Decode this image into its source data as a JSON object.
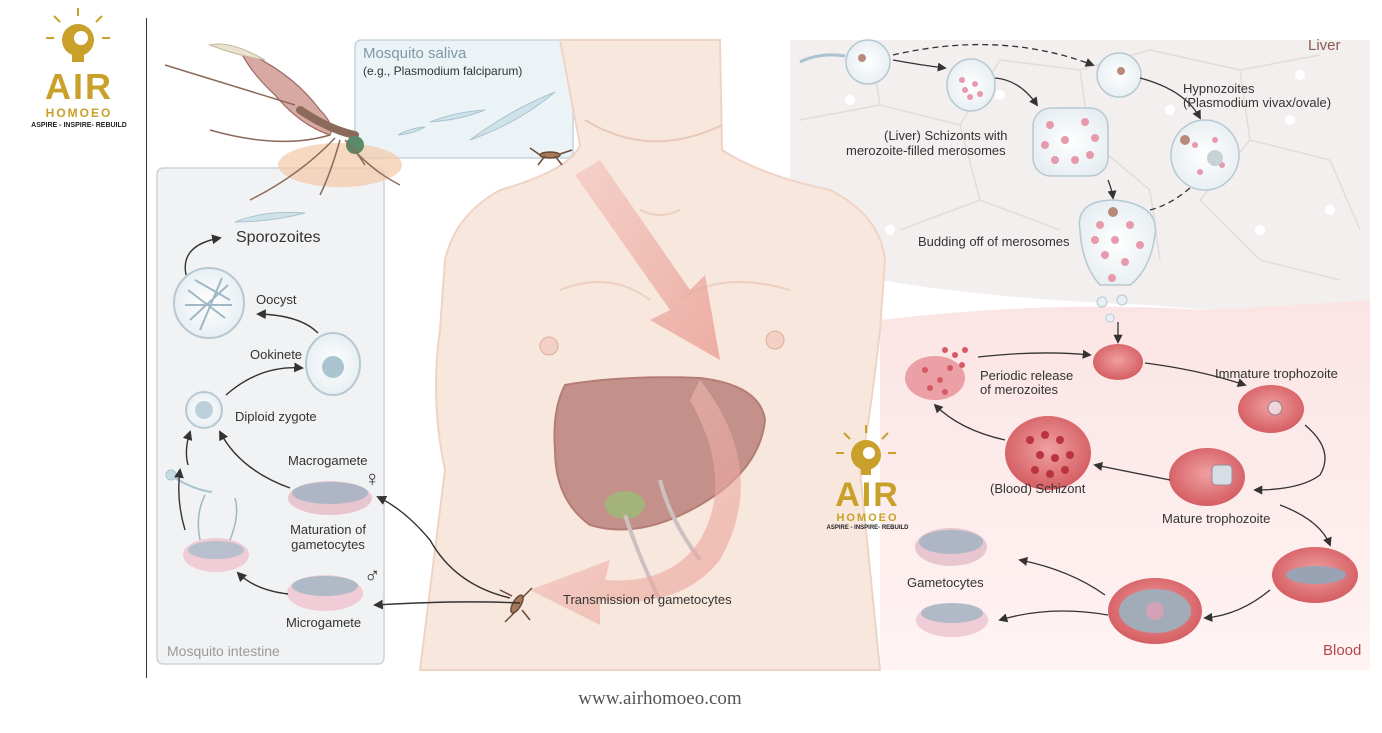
{
  "logo": {
    "air": "AIR",
    "homoeo": "HOMOEO",
    "tagline": "ASPIRE - INSPIRE- REBUILD"
  },
  "watermark": {
    "air": "AIR",
    "homoeo": "HOMOEO",
    "tagline": "ASPIRE - INSPIRE- REBUILD"
  },
  "saliva": {
    "title": "Mosquito saliva",
    "subtitle": "(e.g., Plasmodium falciparum)"
  },
  "intestine": {
    "title": "Mosquito intestine",
    "sporozoites": "Sporozoites",
    "oocyst": "Oocyst",
    "ookinete": "Ookinete",
    "zygote": "Diploid zygote",
    "macrogamete": "Macrogamete",
    "maturation_1": "Maturation of",
    "maturation_2": "gametocytes",
    "microgamete": "Microgamete",
    "female_symbol": "♀",
    "male_symbol": "♂"
  },
  "liver": {
    "title": "Liver",
    "hypno_1": "Hypnozoites",
    "hypno_2": "(Plasmodium vivax/ovale)",
    "schizont_1": "(Liver) Schizonts with",
    "schizont_2": "merozoite-filled merosomes",
    "budding": "Budding off of merosomes"
  },
  "blood": {
    "title": "Blood",
    "periodic_1": "Periodic release",
    "periodic_2": "of merozoites",
    "immature": "Immature trophozoite",
    "schizont": "(Blood) Schizont",
    "mature": "Mature trophozoite",
    "gametocytes": "Gametocytes"
  },
  "body": {
    "transmission": "Transmission of gametocytes"
  },
  "footer": "www.airhomoeo.com"
}
